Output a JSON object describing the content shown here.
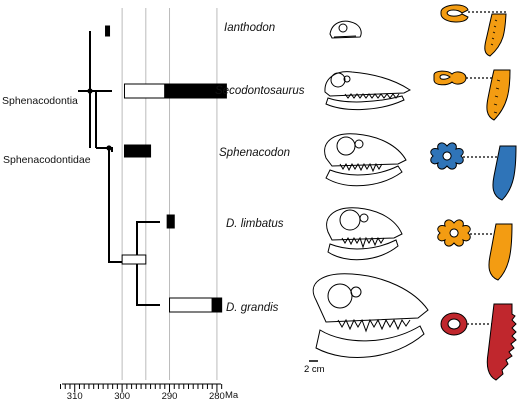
{
  "axis": {
    "unit": "Ma",
    "tick_labels": [
      "310",
      "300",
      "290",
      "280"
    ],
    "tick_values": [
      310,
      300,
      290,
      280
    ],
    "range": [
      313,
      277
    ]
  },
  "gridlines_ma": [
    300,
    295,
    290,
    280
  ],
  "clades": [
    {
      "id": "sphenacodontia",
      "label": "Sphenacodontia"
    },
    {
      "id": "sphenacodontidae",
      "label": "Sphenacodontidae"
    }
  ],
  "taxa": [
    {
      "id": "ianthodon",
      "label": "Ianthodon",
      "range_white": null,
      "range_black": [
        303.5,
        303
      ]
    },
    {
      "id": "secodontosaurus",
      "label": "Secodontosaurus",
      "range_white": [
        299.5,
        291
      ],
      "range_black": [
        291,
        278
      ]
    },
    {
      "id": "sphenacodon",
      "label": "Sphenacodon",
      "range_white": null,
      "range_black": [
        299.5,
        294
      ]
    },
    {
      "id": "d_limbatus",
      "label": "D. limbatus",
      "range_white": null,
      "range_black": [
        290.5,
        289
      ]
    },
    {
      "id": "d_grandis",
      "label": "D. grandis",
      "range_white": [
        290,
        281
      ],
      "range_black": [
        281,
        279
      ]
    }
  ],
  "scale_bar": {
    "label": "2 cm"
  },
  "colors": {
    "orange": "#F39C12",
    "blue": "#2F74B8",
    "red": "#C0272D",
    "line": "#000000",
    "grid": "#bbbbbb"
  },
  "tooth_types": [
    {
      "taxon": "ianthodon",
      "cross_section": "notched-oval",
      "color": "orange"
    },
    {
      "taxon": "secodontosaurus",
      "cross_section": "biconcave",
      "color": "orange"
    },
    {
      "taxon": "sphenacodon",
      "cross_section": "quatrefoil",
      "color": "blue"
    },
    {
      "taxon": "d_limbatus",
      "cross_section": "quatrefoil",
      "color": "orange"
    },
    {
      "taxon": "d_grandis",
      "cross_section": "ring",
      "color": "red"
    }
  ]
}
